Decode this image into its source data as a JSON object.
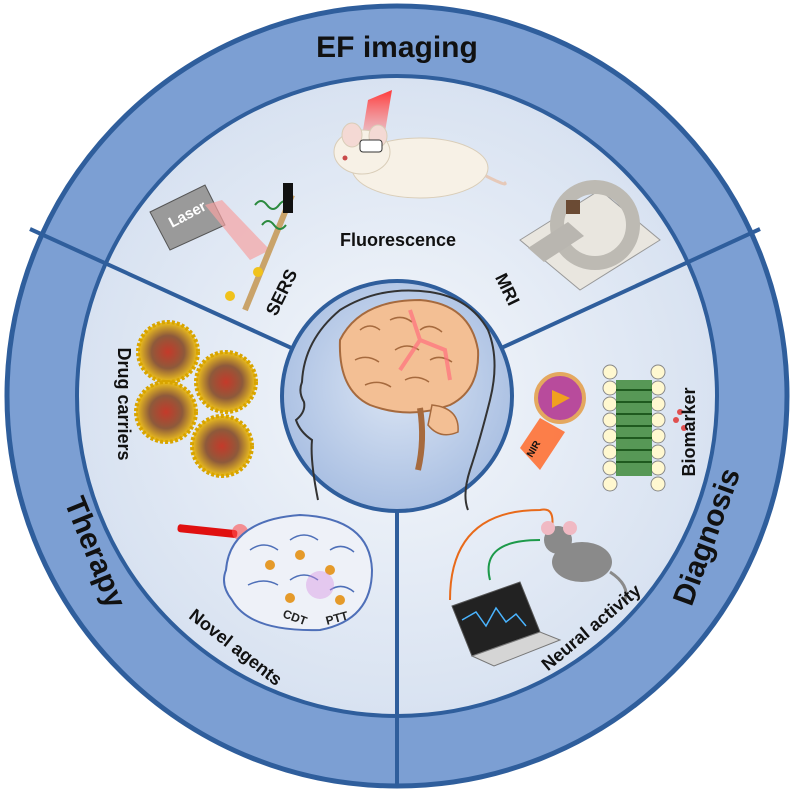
{
  "sections": {
    "imaging": "EF imaging",
    "diagnosis": "Diagnosis",
    "therapy": "Therapy"
  },
  "labels": {
    "fluorescence": "Fluorescence",
    "sers": "SERS",
    "mri": "MRI",
    "laser": "Laser",
    "biomarker": "Biomarker",
    "nir": "NIR",
    "neural_activity": "Neural activity",
    "drug_carriers": "Drug carriers",
    "novel_agents": "Novel agents",
    "cdt": "CDT",
    "ptt": "PTT"
  },
  "colors": {
    "outer_ring": "#7c9fd3",
    "ring_border": "#2f5e9c",
    "inner_bg": "#e4eaf4",
    "center_disc": "#bccde8",
    "brain": "#f3bf94"
  }
}
